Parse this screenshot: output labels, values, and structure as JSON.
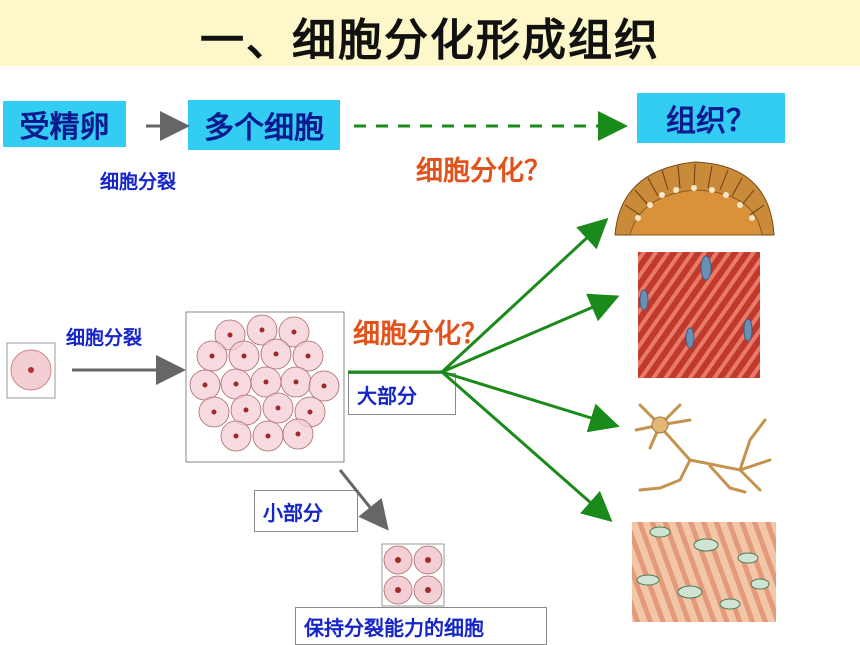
{
  "title": "一、细胞分化形成组织",
  "top_row": {
    "fertilized_egg": "受精卵",
    "many_cells": "多个细胞",
    "tissue_question": "组织？",
    "division_label": "细胞分裂",
    "differentiation_question": "细胞分化？"
  },
  "lower": {
    "division_label": "细胞分裂",
    "differentiation_question": "细胞分化？",
    "majority_label": "大部分",
    "minority_label": "小部分",
    "dividing_cells_label": "保持分裂能力的细胞"
  },
  "colors": {
    "cyan_box": "#33ccf2",
    "arrow_green": "#1a8a1a",
    "blue_text": "#1525c8",
    "red_text": "#e2531c"
  }
}
